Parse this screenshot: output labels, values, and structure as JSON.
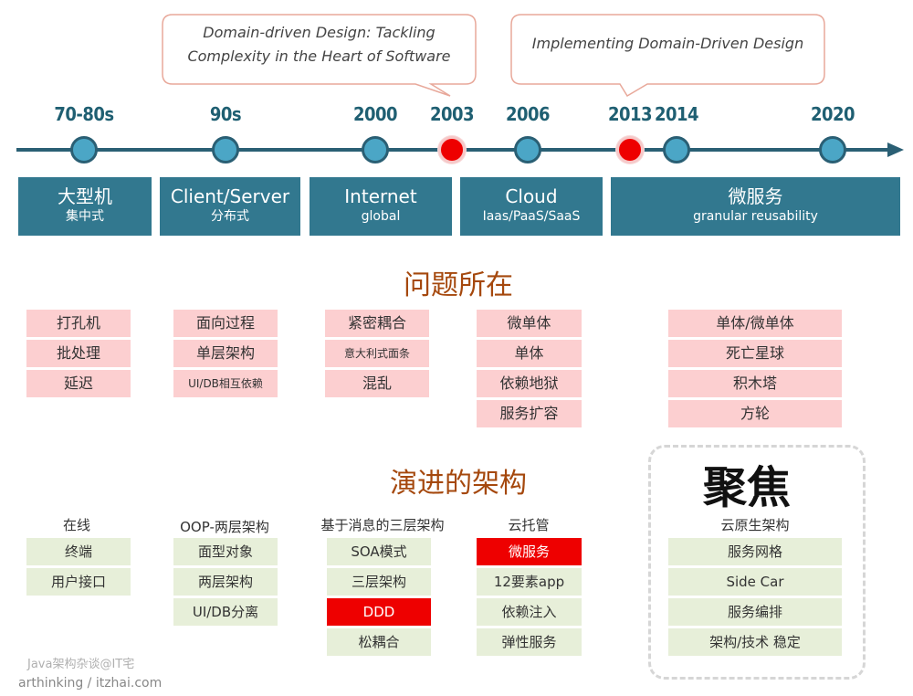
{
  "callouts": {
    "c2003": {
      "line1": "Domain-driven Design: Tackling",
      "line2": "Complexity in the Heart of Software"
    },
    "c2013": {
      "line1": "Implementing Domain-Driven Design"
    }
  },
  "timeline": {
    "years": [
      "70-80s",
      "90s",
      "2000",
      "2003",
      "2006",
      "2013",
      "2014",
      "2020"
    ]
  },
  "eras": [
    {
      "main": "大型机",
      "sub": "集中式"
    },
    {
      "main": "Client/Server",
      "sub": "分布式"
    },
    {
      "main": "Internet",
      "sub": "global"
    },
    {
      "main": "Cloud",
      "sub": "Iaas/PaaS/SaaS"
    },
    {
      "main": "微服务",
      "sub": "granular reusability"
    }
  ],
  "headings": {
    "problems": "问题所在",
    "evolution": "演进的架构",
    "focus": "聚焦"
  },
  "problems": {
    "col1": [
      "打孔机",
      "批处理",
      "延迟"
    ],
    "col2": [
      "面向过程",
      "单层架构",
      "UI/DB相互依赖"
    ],
    "col3": [
      "紧密耦合",
      "意大利式面条",
      "混乱"
    ],
    "col4": [
      "微单体",
      "单体",
      "依赖地狱",
      "服务扩容"
    ],
    "col5": [
      "单体/微单体",
      "死亡星球",
      "积木塔",
      "方轮"
    ]
  },
  "evolution": {
    "col1": {
      "title": "在线",
      "items": [
        "终端",
        "用户接口"
      ]
    },
    "col2": {
      "title": "OOP-两层架构",
      "items": [
        "面型对象",
        "两层架构",
        "UI/DB分离"
      ]
    },
    "col3": {
      "title": "基于消息的三层架构",
      "items": [
        "SOA模式",
        "三层架构",
        "DDD",
        "松耦合"
      ]
    },
    "col4": {
      "title": "云托管",
      "items": [
        "微服务",
        "12要素app",
        "依赖注入",
        "弹性服务"
      ]
    },
    "col5": {
      "title": "云原生架构",
      "items": [
        "服务网格",
        "Side Car",
        "服务编排",
        "架构/技术 稳定"
      ]
    }
  },
  "footer": {
    "line1": "Java架构杂谈@IT宅",
    "line2": "arthinking / itzhai.com"
  },
  "colors": {
    "timeline": "#2a5f74",
    "era_box": "#32788f",
    "problem_bg": "#fccfd0",
    "evolution_bg": "#e7efd9",
    "highlight": "#ee0000",
    "heading": "#a5480d"
  }
}
